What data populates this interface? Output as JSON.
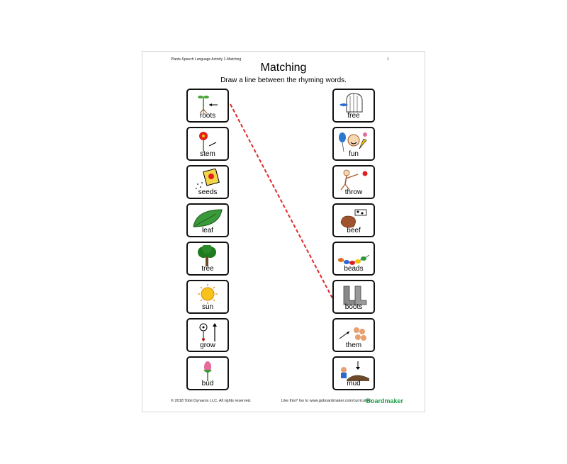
{
  "header": {
    "activity": "Plants-Speech Language Activity 1-Matching",
    "page_number": "1"
  },
  "title": "Matching",
  "instruction": "Draw a line between the rhyming words.",
  "left_column": [
    "roots",
    "stem",
    "seeds",
    "leaf",
    "tree",
    "sun",
    "grow",
    "bud"
  ],
  "right_column": [
    "free",
    "fun",
    "throw",
    "beef",
    "beads",
    "boots",
    "them",
    "mud"
  ],
  "left_icons": [
    "sprout-icon",
    "flower-icon",
    "seed-packet-icon",
    "leaf-icon",
    "tree-icon",
    "sun-icon",
    "flower-growing-icon",
    "bud-icon"
  ],
  "right_icons": [
    "bird-cage-icon",
    "party-icon",
    "throwing-ball-icon",
    "beef-icon",
    "beads-icon",
    "boots-icon",
    "people-group-icon",
    "mud-icon"
  ],
  "example_match": {
    "from": "roots",
    "to": "boots",
    "color": "#e0282a"
  },
  "footer": {
    "copyright": "© 2018 Tobii Dynavox LLC. All rights reserved.",
    "promo": "Like this? Go to  www.goboardmaker.com/curriculum",
    "brand": "Boardmaker"
  },
  "colors": {
    "brand": "#1e9e4a",
    "card_border": "#111111"
  }
}
